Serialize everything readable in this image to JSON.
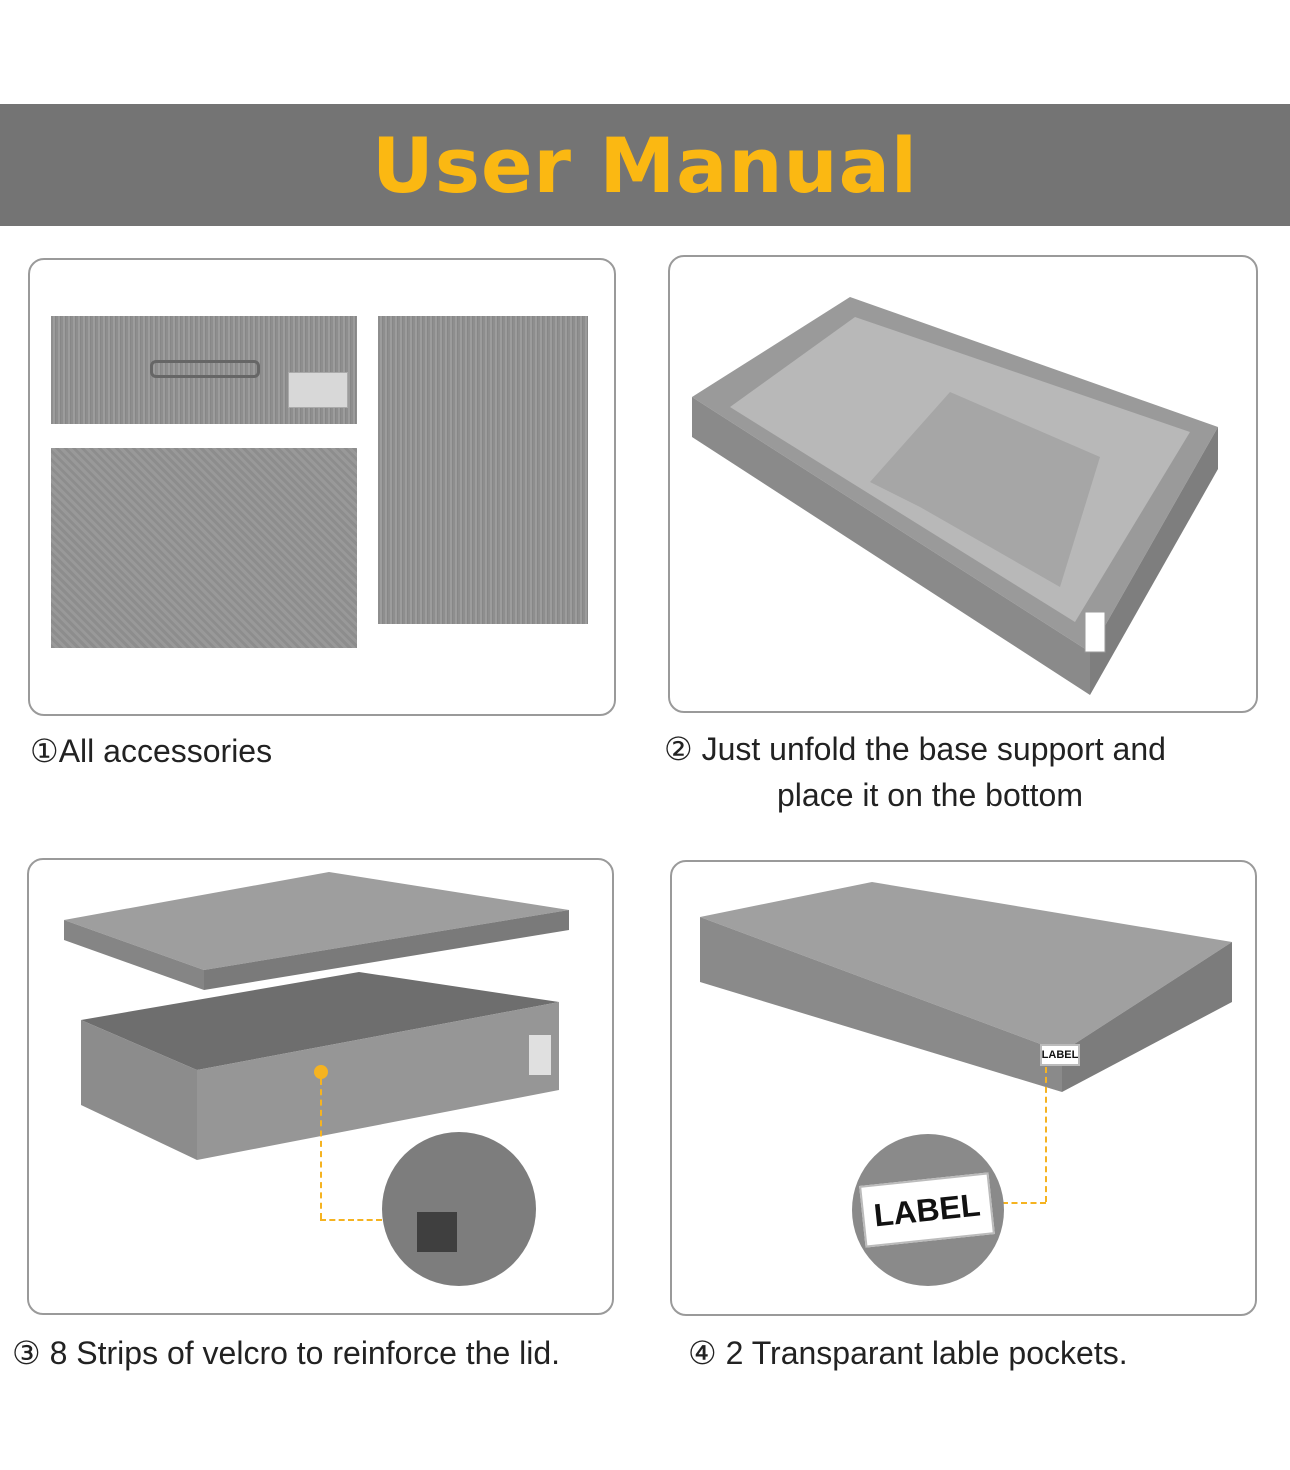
{
  "header": {
    "title": "User Manual"
  },
  "colors": {
    "header_bg": "#747474",
    "title": "#fbb812",
    "accent": "#f5b321"
  },
  "steps": [
    {
      "caption": "①All accessories"
    },
    {
      "caption_line1": "② Just unfold the base support and",
      "caption_line2": "place it on the bottom"
    },
    {
      "caption": "③ 8 Strips of velcro to reinforce the lid."
    },
    {
      "caption": "④ 2 Transparant lable pockets.",
      "label_text": "LABEL"
    }
  ]
}
